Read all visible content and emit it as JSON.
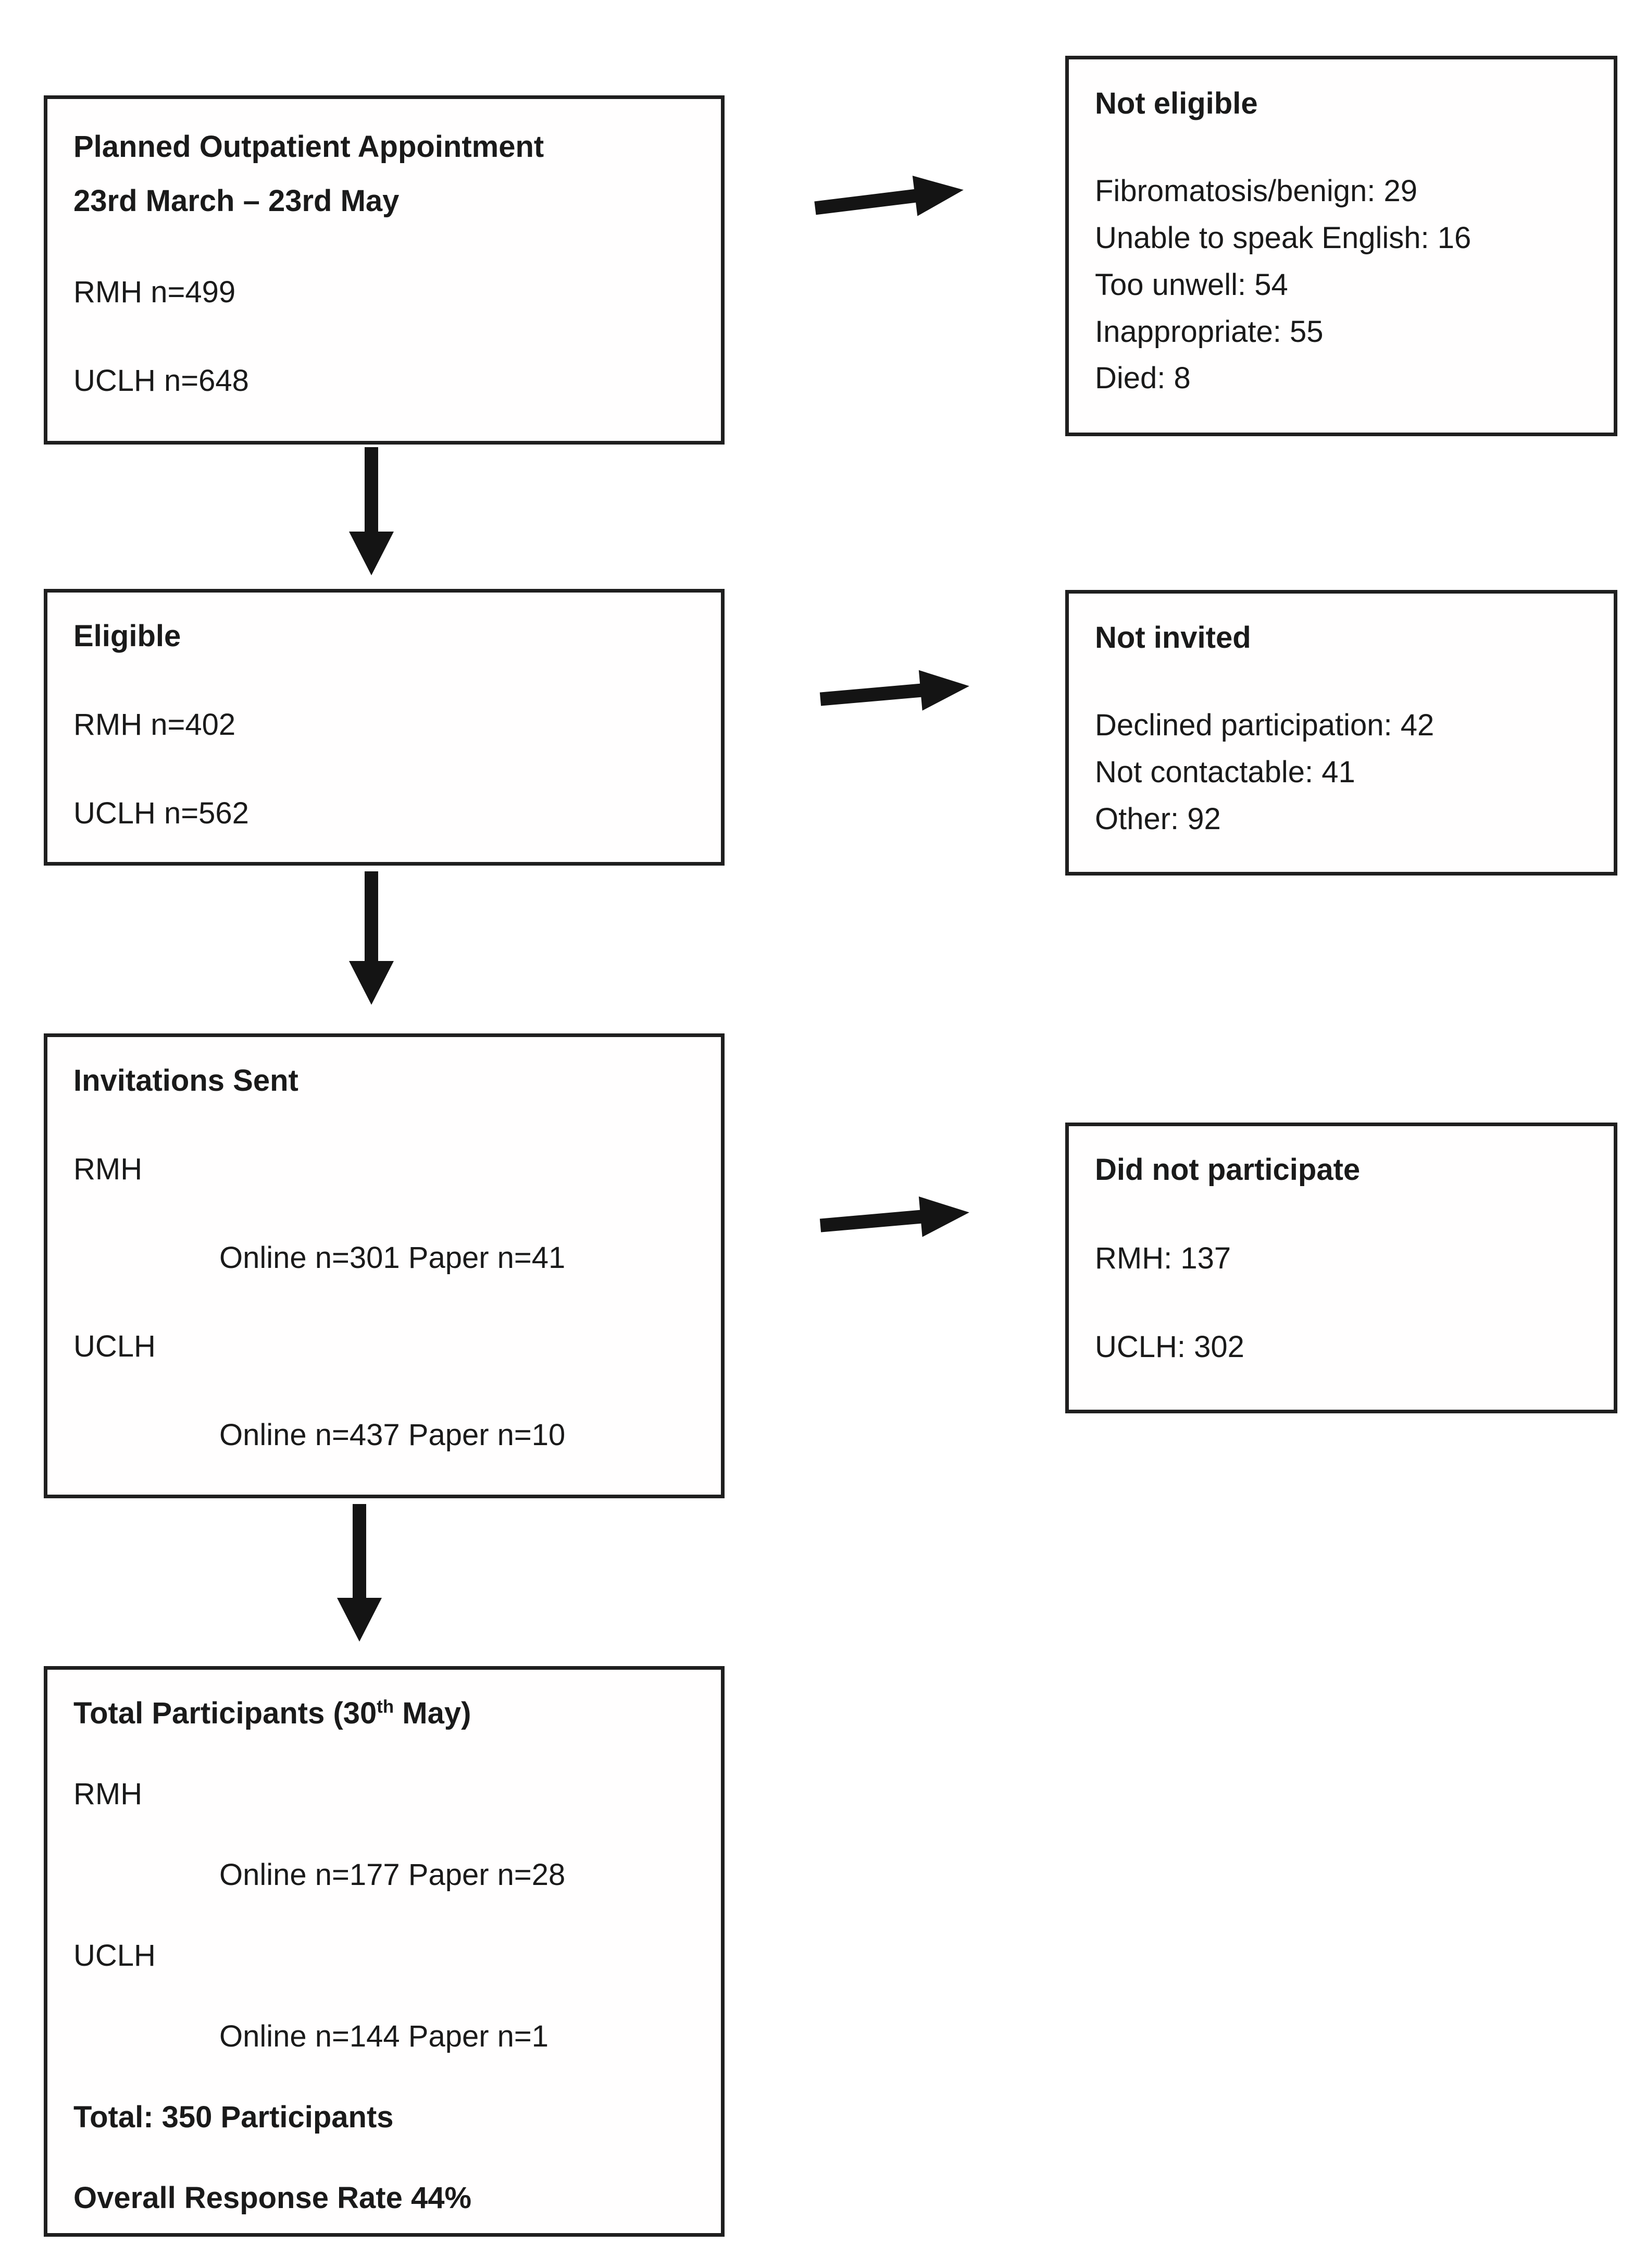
{
  "colors": {
    "background": "#ffffff",
    "ink": "#1a1a1a",
    "box_border": "#1f1f1f",
    "arrow": "#141414"
  },
  "boxes": {
    "planned": {
      "title_line1": "Planned Outpatient Appointment",
      "title_line2": "23rd March – 23rd May",
      "rmh": "RMH n=499",
      "uclh": "UCLH n=648"
    },
    "not_eligible": {
      "title": "Not eligible",
      "reasons": [
        "Fibromatosis/benign: 29",
        "Unable to speak English: 16",
        "Too unwell: 54",
        "Inappropriate: 55",
        "Died: 8"
      ]
    },
    "eligible": {
      "title": "Eligible",
      "rmh": "RMH n=402",
      "uclh": "UCLH n=562"
    },
    "not_invited": {
      "title": "Not invited",
      "reasons": [
        "Declined participation: 42",
        "Not contactable: 41",
        "Other: 92"
      ]
    },
    "invitations": {
      "title": "Invitations Sent",
      "rmh_label": "RMH",
      "rmh_detail": "Online n=301 Paper n=41",
      "uclh_label": "UCLH",
      "uclh_detail": "Online n=437 Paper n=10"
    },
    "did_not_participate": {
      "title": "Did not participate",
      "rmh": "RMH: 137",
      "uclh": "UCLH: 302"
    },
    "total": {
      "title_pre": "Total Participants (30",
      "title_sup": "th",
      "title_post": " May)",
      "rmh_label": "RMH",
      "rmh_detail": "Online n=177 Paper n=28",
      "uclh_label": "UCLH",
      "uclh_detail": "Online n=144 Paper n=1",
      "total_line": "Total: 350 Participants",
      "response_line": "Overall Response Rate 44%"
    }
  }
}
